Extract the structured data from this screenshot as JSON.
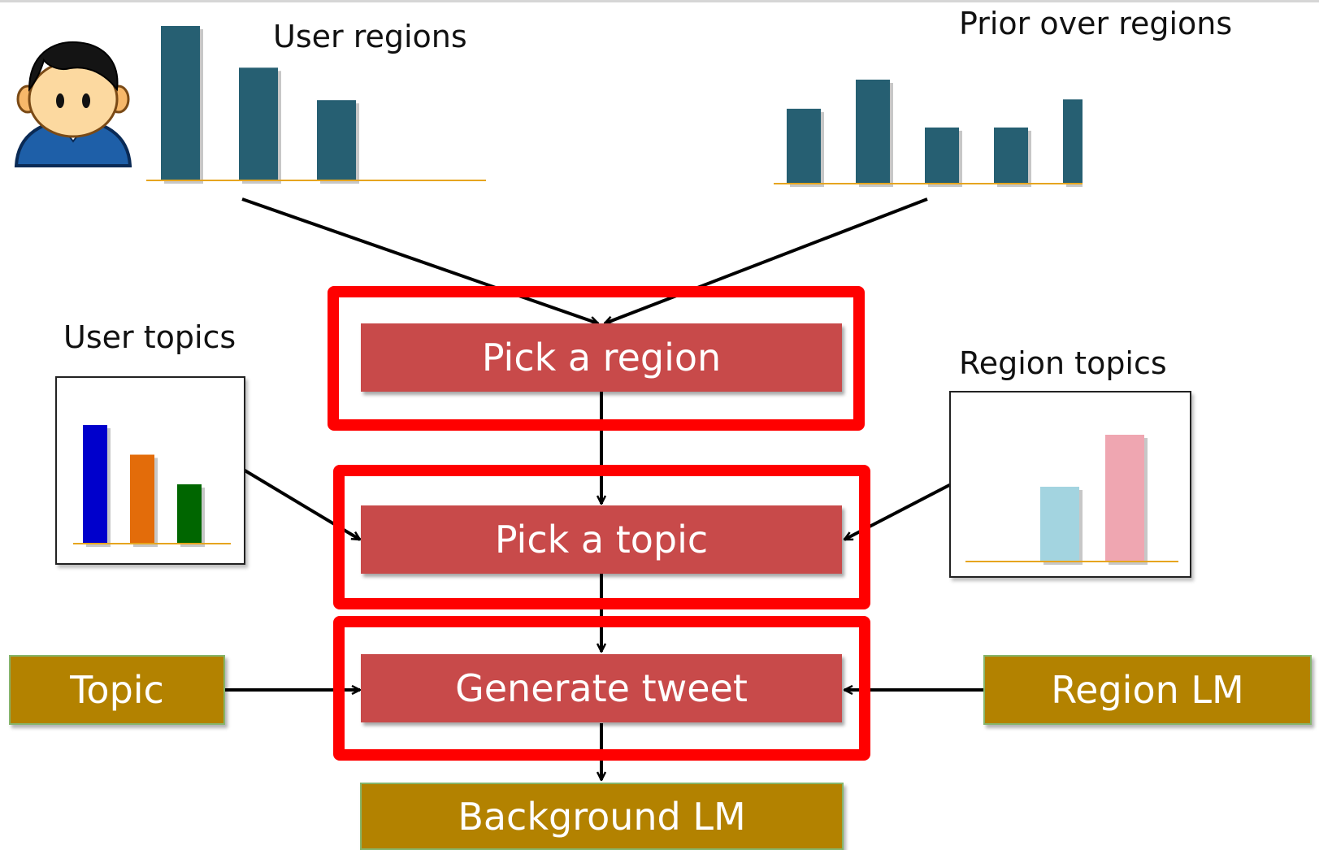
{
  "labels": {
    "user_regions": "User regions",
    "prior_over_regions": "Prior over regions",
    "user_topics": "User topics",
    "region_topics": "Region topics"
  },
  "process": {
    "pick_region": "Pick a region",
    "pick_topic": "Pick a topic",
    "generate_tweet": "Generate tweet"
  },
  "resources": {
    "topic": "Topic",
    "region_lm": "Region LM",
    "background_lm": "Background LM"
  },
  "icons": {
    "user": "user-avatar-icon"
  },
  "colors": {
    "process_fill": "#c84a4a",
    "highlight": "#ff0000",
    "resource_fill": "#b38200",
    "region_bar": "#265f72",
    "baseline": "#e6a51f",
    "user_topic_bars": [
      "#0000cc",
      "#e36c0a",
      "#006600"
    ],
    "region_topic_bars": [
      "#a3d4e0",
      "#efa6b1"
    ]
  },
  "chart_data": [
    {
      "id": "user-regions",
      "type": "bar",
      "values": [
        100,
        73,
        52
      ],
      "ylim": [
        0,
        100
      ]
    },
    {
      "id": "prior-over-regions",
      "type": "bar",
      "values": [
        72,
        100,
        54,
        54,
        81
      ],
      "ylim": [
        0,
        100
      ]
    },
    {
      "id": "user-topics",
      "type": "bar",
      "values": [
        100,
        75,
        50
      ],
      "ylim": [
        0,
        100
      ]
    },
    {
      "id": "region-topics",
      "type": "bar",
      "values": [
        59,
        100
      ],
      "ylim": [
        0,
        100
      ]
    }
  ]
}
